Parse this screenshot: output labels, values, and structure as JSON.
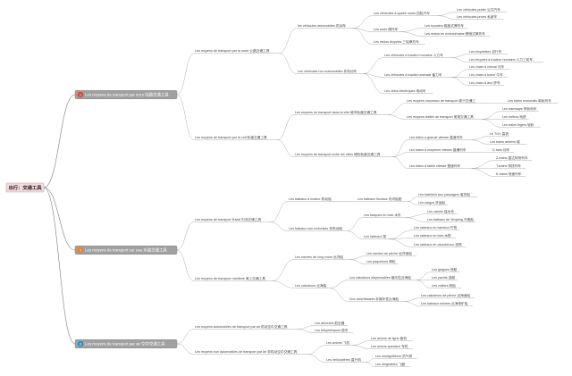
{
  "root": {
    "label": "出行：交通工具"
  },
  "colors": {
    "root_fill": "#f3d9db",
    "main_fill": "#a1a1a1",
    "badge_land": "#e0482e",
    "badge_water": "#f07e1d",
    "badge_air": "#2e8fd6",
    "line": "#888888"
  },
  "branches": [
    {
      "label": "Les moyens de transport par terre 陆路交通工具",
      "badge": "1",
      "badge_color": "#e0482e",
      "children": [
        {
          "label": "Les moyens de transport par la route 公路交通工具",
          "children": [
            {
              "label": "les véhicules automobiles 机动车",
              "children": [
                {
                  "label": "Les véhicules à quatre roues 四轮汽车",
                  "children": [
                    {
                      "label": "Les véhicules public 公共汽车"
                    },
                    {
                      "label": "Les véhicules privés 私家车"
                    }
                  ]
                },
                {
                  "label": "Les moto 摩托车",
                  "children": [
                    {
                      "label": "Les scooters 踏板式摩托车"
                    },
                    {
                      "label": "Les motos en rimbourbaine 跨骑式摩托车"
                    }
                  ]
                },
                {
                  "label": "Les motos tricycles 三轮摩托车"
                }
              ]
            },
            {
              "label": "Les véhicules non automobiles 非机动车",
              "children": [
                {
                  "label": "Les véhicules à traction humaine 人力车",
                  "children": [
                    {
                      "label": "Les bicyclettes 自行车"
                    },
                    {
                      "label": "Les tricycles à traction humaine 人力三轮车"
                    }
                  ]
                },
                {
                  "label": "Les véhicules à traction animale 畜力车",
                  "children": [
                    {
                      "label": "Les chars à cheval 马车"
                    },
                    {
                      "label": "Les chars à boeuf 牛车"
                    },
                    {
                      "label": "Les chars à âne 驴车"
                    }
                  ]
                },
                {
                  "label": "Les vélos électriques 电动车"
                }
              ]
            }
          ]
        },
        {
          "label": "Les moyens de transport par la voif 轨道交通工具",
          "children": [
            {
              "label": "Les moyens de transport dans la ville 城市轨道交通工具",
              "children": [
                {
                  "label": "Les moyens nouveaux de transport 新兴交通工",
                  "children": [
                    {
                      "label": "Les trains monorails 单轨列车"
                    }
                  ]
                },
                {
                  "label": "Les moyens traités de transport 常规交通工具",
                  "children": [
                    {
                      "label": "Les tramways 有轨电车"
                    },
                    {
                      "label": "Les métros 地铁"
                    },
                    {
                      "label": "Les trains légers 轻轨"
                    }
                  ]
                }
              ]
            },
            {
              "label": "Les moyens de transport entre les villes 城际轨道交通工具",
              "children": [
                {
                  "label": "Les trains à grande vitesse 高速列车",
                  "children": [
                    {
                      "label": "Le TGV 高铁"
                    },
                    {
                      "label": "Les trains aériens 磁"
                    }
                  ]
                },
                {
                  "label": "Les trains à moyenne vitesse 普通列车",
                  "children": [
                    {
                      "label": "D train 动车"
                    }
                  ]
                },
                {
                  "label": "Les trains à faible vitesse 慢速列车",
                  "children": [
                    {
                      "label": "Z-trains 直达特快列车"
                    },
                    {
                      "label": "T-trains 特快列车"
                    },
                    {
                      "label": "K-trains 快速列车"
                    }
                  ]
                }
              ]
            }
          ]
        }
      ]
    },
    {
      "label": "Les moyens de transport sur eau 水路交通工具",
      "badge": "2",
      "badge_color": "#f07e1d",
      "children": [
        {
          "label": "Les moyens de transport fluvial 内河交通工具",
          "children": [
            {
              "label": "Les bateaux à moteur 机动船",
              "children": [
                {
                  "label": "Les bateaux fluviaux 内河船舶",
                  "children": [
                    {
                      "label": "Les bateliers aux passagers 客货船"
                    },
                    {
                      "label": "Les cargos 货运船"
                    }
                  ]
                }
              ]
            },
            {
              "label": "Les bateaux non motorisés 非机动船",
              "children": [
                {
                  "label": "Les barques en bois 木舟",
                  "children": [
                    {
                      "label": "Les canots 独木舟"
                    },
                    {
                      "label": "Les bateaux de Wupeng 乌篷船"
                    }
                  ]
                },
                {
                  "label": "Les radeaux 筏",
                  "children": [
                    {
                      "label": "Les radeaux en bambou 竹筏"
                    },
                    {
                      "label": "Les radeaux en bois 木筏"
                    },
                    {
                      "label": "Les radeaux en caoutchouc 皮筏"
                    }
                  ]
                }
              ]
            }
          ]
        },
        {
          "label": "Les moyens de transport maritime 海上交通工具",
          "children": [
            {
              "label": "Les navires de long cours 远洋船",
              "children": [
                {
                  "label": "Les navires de pêche 远洋渔船"
                },
                {
                  "label": "Les paquebots 邮轮"
                }
              ]
            },
            {
              "label": "Les caboteurs 近海船",
              "children": [
                {
                  "label": "Les caboteurs dispensables 娱乐性近海船",
                  "children": [
                    {
                      "label": "Les gaigues 快艇"
                    },
                    {
                      "label": "Les yachts 游艇"
                    },
                    {
                      "label": "Les voiliers 帆船"
                    }
                  ]
                },
                {
                  "label": "Non divertissants 非娱乐性近海船",
                  "children": [
                    {
                      "label": "Les caboteurs de pêche 近海渔船"
                    },
                    {
                      "label": "Les bateaux miniers 近海采矿船"
                    }
                  ]
                }
              ]
            }
          ]
        }
      ]
    },
    {
      "label": "Les moyens de transport par air 空中交通工具",
      "badge": "3",
      "badge_color": "#2e8fd6",
      "children": [
        {
          "label": "Les moyens automobiles de transport par air 机动空中交通工具",
          "children": [
            {
              "label": "Les aéronefs 航空器"
            },
            {
              "label": "Les téléphériques 缆车"
            }
          ]
        },
        {
          "label": "Les moyens non automobiles de transport par air 非机动空中交通工具",
          "children": [
            {
              "label": "Les avions 飞机",
              "children": [
                {
                  "label": "Les avions de ligne 客机"
                },
                {
                  "label": "Les avions spéciaux 专机"
                }
              ]
            },
            {
              "label": "Les hélicoptères 直升机",
              "children": [
                {
                  "label": "Les montgolfières 热气球"
                },
                {
                  "label": "Les dirigeables 飞艇"
                }
              ]
            }
          ]
        }
      ]
    }
  ]
}
